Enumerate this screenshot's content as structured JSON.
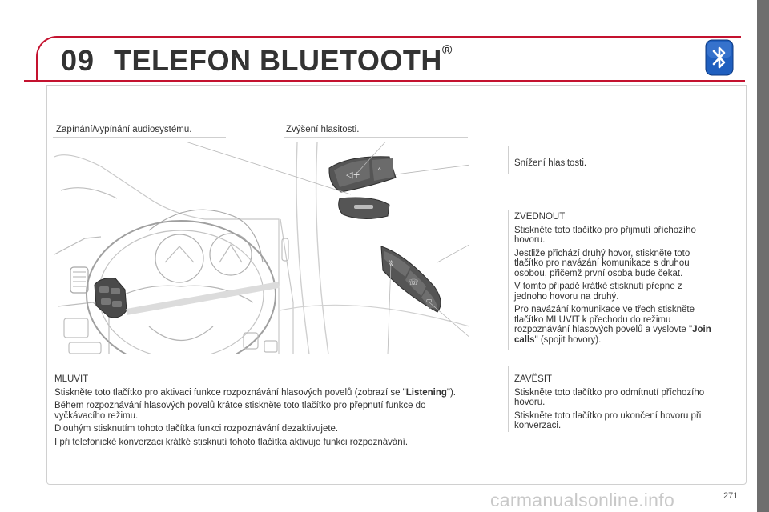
{
  "header": {
    "chapter_number": "09",
    "title": "TELEFON BLUETOOTH",
    "title_mark": "®",
    "badge_icon": "bluetooth-icon",
    "accent_color": "#c4122f",
    "badge_color": "#1f5fbf"
  },
  "labels": {
    "power": "Zapínání/vypínání audiosystému.",
    "volume_up": "Zvýšení hlasitosti.",
    "volume_down": "Snížení hlasitosti."
  },
  "answer_section": {
    "heading": "ZVEDNOUT",
    "p1": "Stiskněte toto tlačítko pro přijmutí příchozího hovoru.",
    "p2": "Jestliže přichází druhý hovor, stiskněte toto tlačítko pro navázání komunikace s druhou osobou, přičemž první osoba bude čekat.",
    "p3": "V tomto případě krátké stisknutí přepne z jednoho hovoru na druhý.",
    "p4_before": "Pro navázání komunikace ve třech stiskněte tlačítko MLUVIT k přechodu do režimu rozpoznávání hlasových povelů a vyslovte \"",
    "p4_bold": "Join calls",
    "p4_after": "\" (spojit hovory)."
  },
  "hangup_section": {
    "heading": "ZAVĚSIT",
    "p1": "Stiskněte toto tlačítko pro odmítnutí příchozího hovoru.",
    "p2": "Stiskněte toto tlačítko pro ukončení hovoru při konverzaci."
  },
  "speak_section": {
    "heading": "MLUVIT",
    "p1_before": "Stiskněte toto tlačítko pro aktivaci funkce rozpoznávání hlasových povelů (zobrazí se \"",
    "p1_bold": "Listening",
    "p1_after": "\").",
    "p2": "Během rozpoznávání hlasových povelů krátce stiskněte toto tlačítko pro přepnutí funkce do vyčkávacího režimu.",
    "p3": "Dlouhým stisknutím tohoto tlačítka funkci rozpoznávání dezaktivujete.",
    "p4": "I při telefonické konverzaci krátké stisknutí tohoto tlačítka aktivuje funkci rozpoznávání."
  },
  "footer": {
    "page_number": "271",
    "watermark": "carmanualsonline.info"
  }
}
